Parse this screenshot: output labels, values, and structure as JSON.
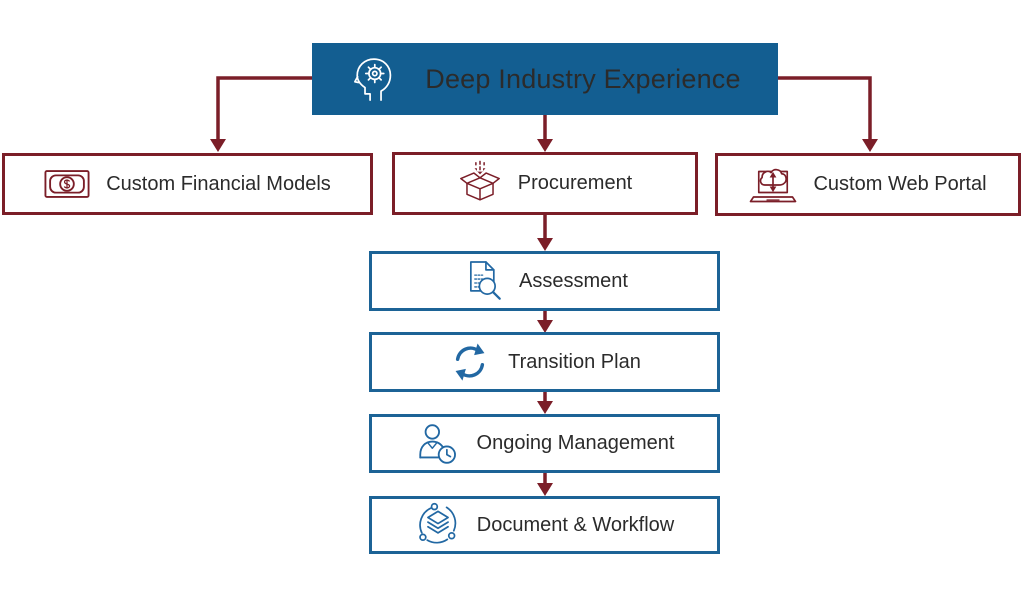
{
  "palette": {
    "header_blue": "#135E91",
    "blue_border": "#1C6396",
    "blue_icon": "#2268A3",
    "maroon": "#7B1E28",
    "text": "#2B2B2B",
    "white": "#FFFFFF"
  },
  "header": {
    "label": "Deep Industry Experience",
    "icon": "head-gear-icon"
  },
  "branches": [
    {
      "id": "custom-financial-models",
      "label": "Custom Financial Models",
      "icon": "money-bill-icon"
    },
    {
      "id": "procurement",
      "label": "Procurement",
      "icon": "open-box-icon"
    },
    {
      "id": "custom-web-portal",
      "label": "Custom Web Portal",
      "icon": "laptop-cloud-icon"
    }
  ],
  "process_steps": [
    {
      "id": "assessment",
      "label": "Assessment",
      "icon": "document-search-icon"
    },
    {
      "id": "transition-plan",
      "label": "Transition Plan",
      "icon": "refresh-cycle-icon"
    },
    {
      "id": "ongoing-management",
      "label": "Ongoing Management",
      "icon": "person-clock-icon"
    },
    {
      "id": "document-workflow",
      "label": "Document & Workflow",
      "icon": "layers-network-icon"
    }
  ]
}
